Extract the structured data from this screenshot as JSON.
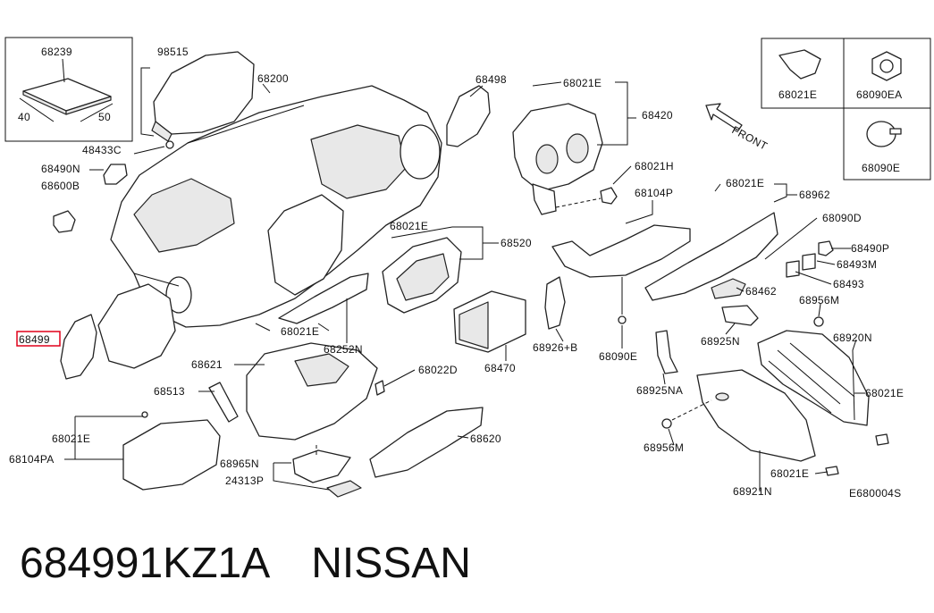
{
  "diagram": {
    "highlight_color": "#e0001a",
    "highlighted_part": "68499",
    "reference_code": "E680004S",
    "direction_label": "FRONT",
    "legend_panel": {
      "part": "68239",
      "dim_left": "40",
      "dim_right": "50"
    },
    "side_legend": [
      "68021E",
      "68090EA",
      "68090E"
    ],
    "part_labels": [
      "98515",
      "68200",
      "48433C",
      "68490N",
      "68600B",
      "68498",
      "68021E",
      "68420",
      "68021H",
      "68104P",
      "68021E",
      "68962",
      "68090D",
      "68490P",
      "68493M",
      "68493",
      "68462",
      "68956M",
      "68021E",
      "68520",
      "68021E",
      "68252N",
      "68621",
      "68022D",
      "68513",
      "68470",
      "68926+B",
      "68090E",
      "68925N",
      "68920N",
      "68925NA",
      "68021E",
      "68021E",
      "68104PA",
      "68620",
      "68965N",
      "24313P",
      "68956M",
      "68021E",
      "68921N"
    ]
  },
  "caption": {
    "part_number": "684991KZ1A",
    "brand": "NISSAN"
  }
}
